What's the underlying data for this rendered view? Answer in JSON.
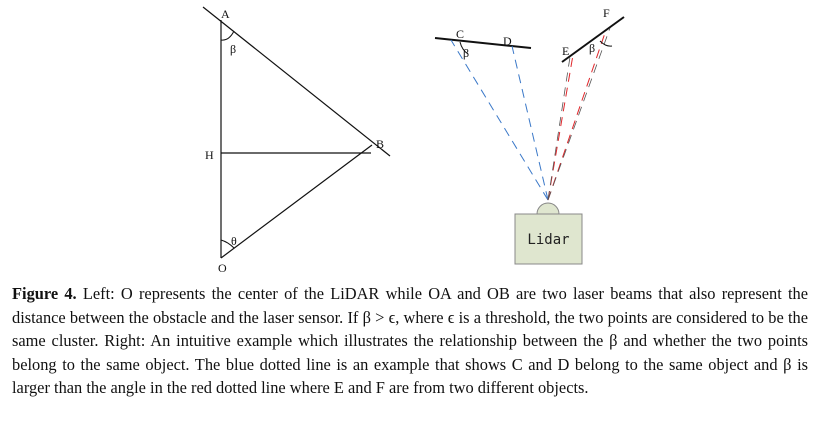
{
  "figure": {
    "left": {
      "points": {
        "A": "A",
        "B": "B",
        "H": "H",
        "O": "O"
      },
      "angles": {
        "beta": "β",
        "theta": "θ"
      }
    },
    "right": {
      "points": {
        "C": "C",
        "D": "D",
        "E": "E",
        "F": "F"
      },
      "angles": {
        "beta_cd": "β",
        "beta_ef": "β"
      },
      "device_label": "Lidar",
      "colors": {
        "blue_beam": "#3a78c8",
        "red_beam": "#e0262a",
        "device_fill": "#dfe6cf"
      }
    }
  },
  "caption": {
    "label": "Figure 4.",
    "text": " Left: O represents the center of the LiDAR while OA and OB are two laser beams that also represent the distance between the obstacle and the laser sensor. If β > ϵ, where ϵ is a threshold, the two points are considered to be the same cluster. Right: An intuitive example which illustrates the relationship between the β and whether the two points belong to the same object. The blue dotted line is an example that shows C and D belong to the same object and β is larger than the angle in the red dotted line where E and F are from two different objects."
  }
}
